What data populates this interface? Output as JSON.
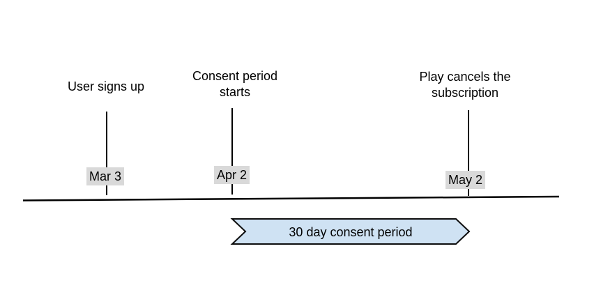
{
  "diagram": {
    "type": "timeline",
    "events": [
      {
        "lines": [
          "User signs up"
        ],
        "date": "Mar 3"
      },
      {
        "lines": [
          "Consent period",
          "starts"
        ],
        "date": "Apr 2"
      },
      {
        "lines": [
          "Play cancels the",
          "subscription"
        ],
        "date": "May 2"
      }
    ],
    "ribbon": {
      "label": "30 day consent period"
    },
    "colors": {
      "line": "#000000",
      "text": "#000000",
      "date_bg": "#d9d9d9",
      "ribbon_fill": "#cfe2f3",
      "ribbon_border": "#0d0d0d"
    }
  }
}
